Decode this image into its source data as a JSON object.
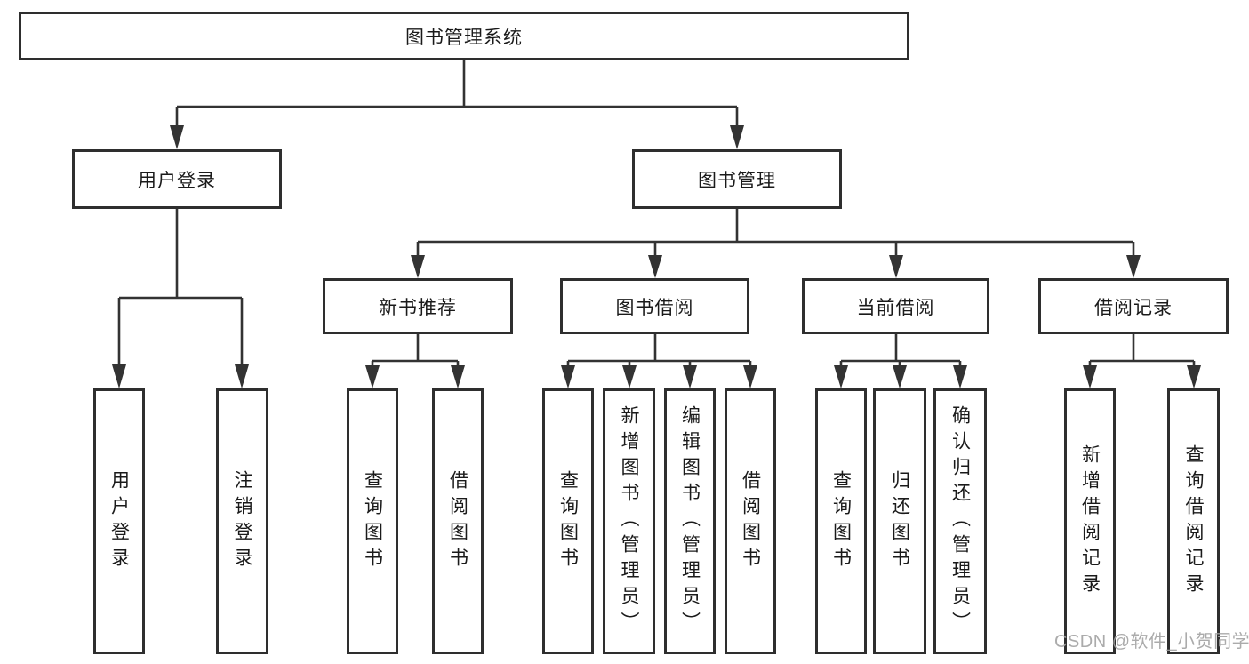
{
  "diagram": {
    "title": "图书管理系统",
    "level2": {
      "user_login": "用户登录",
      "book_mgmt": "图书管理"
    },
    "level3": {
      "new_book": "新书推荐",
      "book_borrow": "图书借阅",
      "current_borrow": "当前借阅",
      "borrow_record": "借阅记录"
    },
    "leaves": {
      "user_login": "用户登录",
      "logout": "注销登录",
      "rec_query_book": "查询图书",
      "rec_borrow_book": "借阅图书",
      "bb_query_book": "查询图书",
      "bb_add_book": "新增图书（管理员）",
      "bb_edit_book": "编辑图书（管理员）",
      "bb_borrow_book": "借阅图书",
      "cb_query_book": "查询图书",
      "cb_return_book": "归还图书",
      "cb_confirm_return": "确认归还（管理员）",
      "br_add_record": "新增借阅记录",
      "br_query_record": "查询借阅记录"
    }
  },
  "watermark": "CSDN @软件_小贺同学",
  "colors": {
    "line": "#333333",
    "box_border": "#2e2e2e",
    "box_background": "#ffffff",
    "text": "#1a1a1a",
    "watermark_text": "#a2a2a2",
    "page_background": "#ffffff"
  }
}
